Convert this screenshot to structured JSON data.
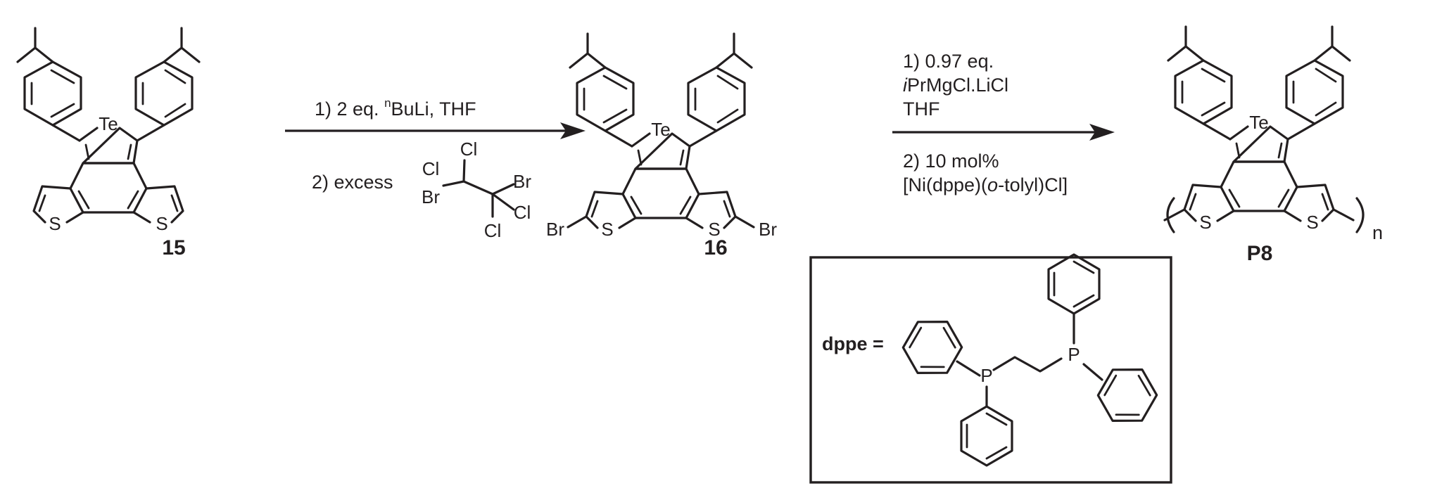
{
  "compounds": {
    "start": {
      "number": "15"
    },
    "intermediate": {
      "number": "16"
    },
    "product": {
      "number": "P8",
      "subscript": "n"
    }
  },
  "atoms": {
    "tellurium": "Te",
    "sulfur": "S",
    "bromine": "Br",
    "chlorine": "Cl",
    "phosphorus": "P"
  },
  "step1": {
    "line1_prefix": "1) 2 eq. ",
    "line1_superscript": "n",
    "line1_suffix": "BuLi, THF",
    "line2_prefix": "2) excess"
  },
  "step2": {
    "line1": "1) 0.97 eq.",
    "line2_italic": "i",
    "line2_rest": "PrMgCl.LiCl",
    "line3": "THF",
    "line4": "2) 10 mol%",
    "line5_prefix": "[Ni(dppe)(",
    "line5_italic": "o",
    "line5_suffix": "-tolyl)Cl]"
  },
  "legend": {
    "label": "dppe ="
  }
}
